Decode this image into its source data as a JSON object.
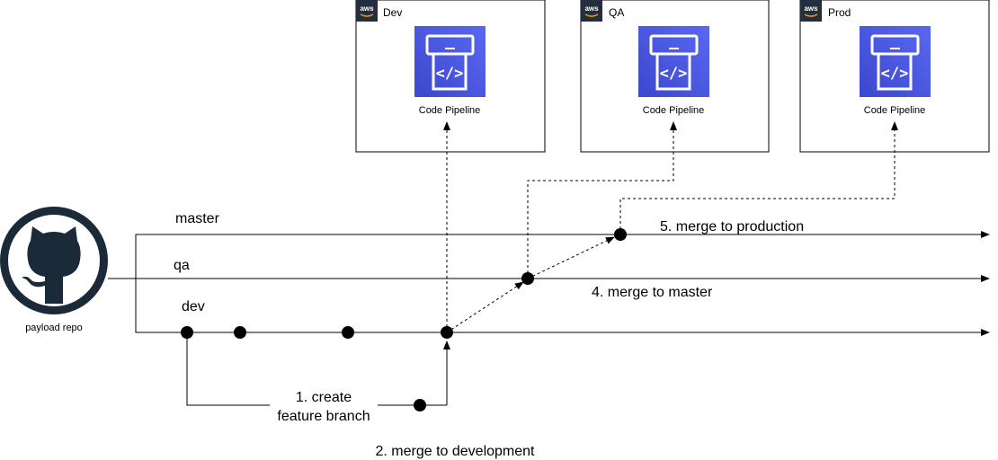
{
  "environments": [
    {
      "id": "dev",
      "title": "Dev",
      "service_label": "Code Pipeline",
      "aws_text": "aws"
    },
    {
      "id": "qa",
      "title": "QA",
      "service_label": "Code Pipeline",
      "aws_text": "aws"
    },
    {
      "id": "prod",
      "title": "Prod",
      "service_label": "Code Pipeline",
      "aws_text": "aws"
    }
  ],
  "repo": {
    "label": "payload repo"
  },
  "branches": {
    "master": "master",
    "qa": "qa",
    "dev": "dev"
  },
  "steps": {
    "create_line1": "1. create",
    "create_line2": "feature branch",
    "merge_dev": "2. merge to development",
    "merge_master": "4. merge to master",
    "merge_prod": "5. merge to production"
  },
  "icons": {
    "repo": "github-icon",
    "service": "code-pipeline-icon",
    "aws": "aws-logo-icon"
  },
  "colors": {
    "service_tile": "#3b48cc",
    "service_tile_light": "#4d5bf0",
    "repo_icon": "#1b2a38",
    "aws_badge": "#232f3e",
    "line": "#000000"
  }
}
